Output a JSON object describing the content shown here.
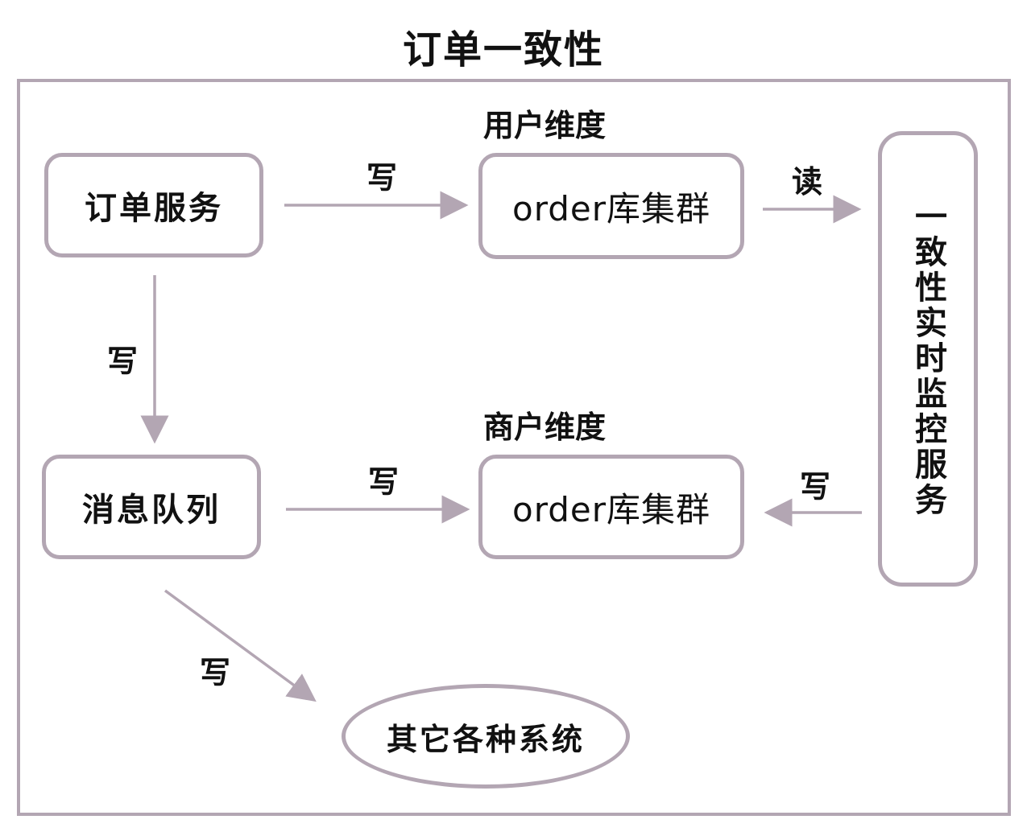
{
  "title": "订单一致性",
  "nodes": {
    "order_service": "订单服务",
    "message_queue": "消息队列",
    "user_db": "order库集群",
    "merchant_db": "order库集群",
    "monitor": "一致性实时监控服务",
    "other_systems": "其它各种系统"
  },
  "group_labels": {
    "user": "用户维度",
    "merchant": "商户维度"
  },
  "edges": [
    {
      "from": "order_service",
      "to": "user_db",
      "label": "写"
    },
    {
      "from": "user_db",
      "to": "monitor",
      "label": "读"
    },
    {
      "from": "order_service",
      "to": "message_queue",
      "label": "写"
    },
    {
      "from": "message_queue",
      "to": "merchant_db",
      "label": "写"
    },
    {
      "from": "monitor",
      "to": "merchant_db",
      "label": "写"
    },
    {
      "from": "message_queue",
      "to": "other_systems",
      "label": "写"
    }
  ],
  "colors": {
    "stroke": "#b3a6b3",
    "text": "#111111"
  }
}
